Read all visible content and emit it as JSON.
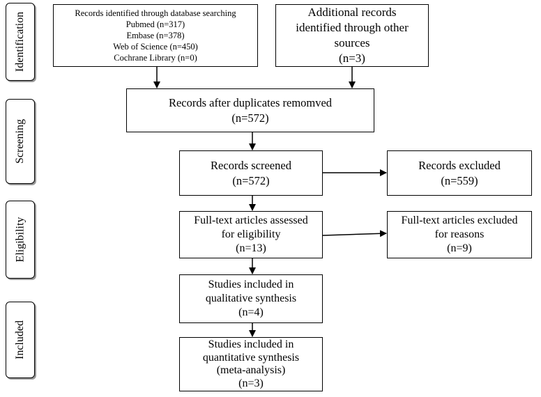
{
  "stages": {
    "identification": "Identification",
    "screening": "Screening",
    "eligibility": "Eligibility",
    "included": "Included"
  },
  "boxes": {
    "database_search": {
      "line1": "Records identified through database searching",
      "line2": "Pubmed (n=317)",
      "line3": "Embase (n=378)",
      "line4": "Web of Science (n=450)",
      "line5": "Cochrane Library (n=0)"
    },
    "other_sources": {
      "line1": "Additional records",
      "line2": "identified through other",
      "line3": "sources",
      "line4": "(n=3)"
    },
    "duplicates_removed": {
      "line1": "Records after duplicates remomved",
      "line2": "(n=572)"
    },
    "records_screened": {
      "line1": "Records screened",
      "line2": "(n=572)"
    },
    "records_excluded": {
      "line1": "Records excluded",
      "line2": "(n=559)"
    },
    "fulltext_assessed": {
      "line1": "Full-text articles assessed",
      "line2": "for eligibility",
      "line3": "(n=13)"
    },
    "fulltext_excluded": {
      "line1": "Full-text articles excluded",
      "line2": "for reasons",
      "line3": "(n=9)"
    },
    "qualitative": {
      "line1": "Studies included in",
      "line2": "qualitative synthesis",
      "line3": "(n=4)"
    },
    "quantitative": {
      "line1": "Studies included in",
      "line2": "quantitative synthesis",
      "line3": "(meta-analysis)",
      "line4": "(n=3)"
    }
  }
}
